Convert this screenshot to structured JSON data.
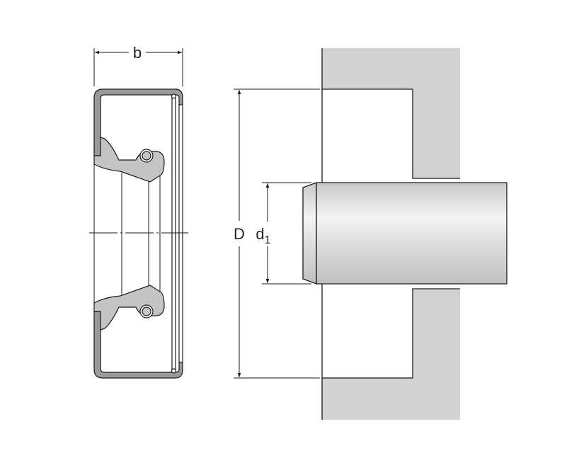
{
  "labels": {
    "width": "b",
    "outer_diameter": "D",
    "shaft_diameter": "d",
    "shaft_diameter_subscript": "1"
  },
  "colors": {
    "case": "#9a9a9a",
    "lip": "#c4c4c4",
    "housing": "#d2d2d2",
    "line": "#1a1a1a"
  }
}
